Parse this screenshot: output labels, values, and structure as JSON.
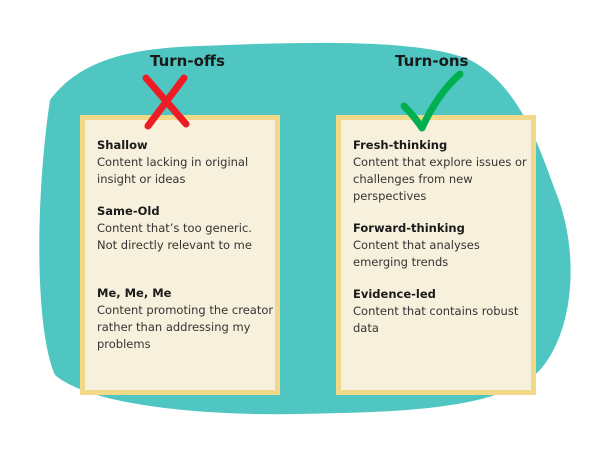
{
  "colors": {
    "blob": "#4fc6c1",
    "card_fill": "#f7f0dc",
    "card_border": "#f2d98a",
    "cross": "#ee1c25",
    "check": "#00b050"
  },
  "left": {
    "heading": "Turn-offs",
    "icon": "cross-icon",
    "items": [
      {
        "title": "Shallow",
        "desc": "Content lacking in original insight or ideas"
      },
      {
        "title": "Same-Old",
        "desc": "Content that’s too generic. Not directly relevant to me"
      },
      {
        "title": "Me, Me, Me",
        "desc": "Content promoting the creator rather than addressing my problems"
      }
    ]
  },
  "right": {
    "heading": "Turn-ons",
    "icon": "check-icon",
    "items": [
      {
        "title": "Fresh-thinking",
        "desc": "Content that explore issues or challenges from new perspectives"
      },
      {
        "title": "Forward-thinking",
        "desc": "Content that analyses emerging trends"
      },
      {
        "title": "Evidence-led",
        "desc": "Content that contains robust data"
      }
    ]
  }
}
